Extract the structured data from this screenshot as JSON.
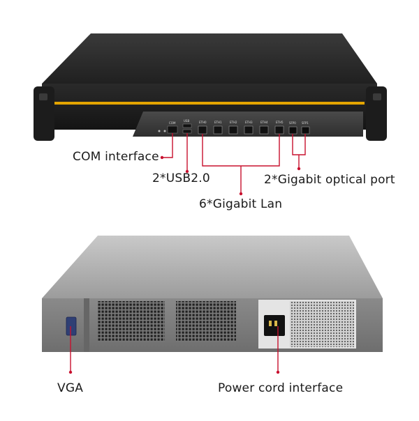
{
  "front_view": {
    "port_silk": {
      "com": "COM",
      "usb": "USB",
      "eth0": "ETH0",
      "eth1": "ETH1",
      "eth2": "ETH2",
      "eth3": "ETH3",
      "eth4": "ETH4",
      "eth5": "ETH5",
      "sfp0": "SFP0",
      "sfp1": "SFP1"
    },
    "callouts": {
      "com": "COM interface",
      "usb": "2*USB2.0",
      "lan": "6*Gigabit Lan",
      "sfp": "2*Gigabit optical port"
    }
  },
  "rear_view": {
    "callouts": {
      "vga": "VGA",
      "power": "Power cord interface"
    }
  },
  "colors": {
    "callout_line": "#c8102e",
    "accent_stripe": "#e3a400",
    "chassis_dark": "#2b2b2b"
  }
}
